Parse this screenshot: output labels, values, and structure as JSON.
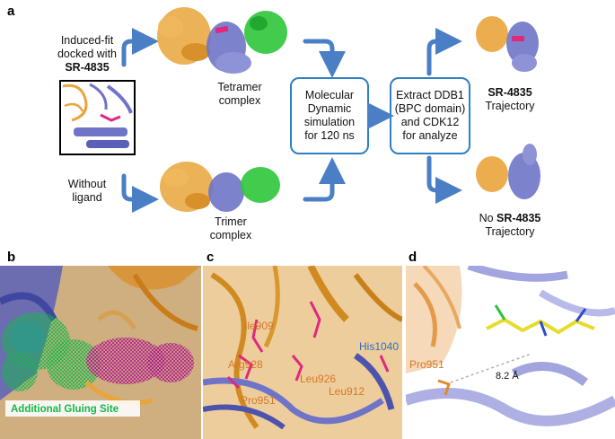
{
  "panels": {
    "a": {
      "label": "a",
      "induced_fit_line1": "Induced-fit",
      "induced_fit_line2": "docked with",
      "ligand": "SR-4835",
      "without_line1": "Without",
      "without_line2": "ligand",
      "tetramer_line1": "Tetramer",
      "tetramer_line2": "complex",
      "trimer_line1": "Trimer",
      "trimer_line2": "complex",
      "md_box": [
        "Molecular",
        "Dynamic",
        "simulation",
        "for 120 ns"
      ],
      "extract_box": [
        "Extract DDB1",
        "(BPC domain)",
        "and CDK12",
        "for analyze"
      ],
      "traj_top_ligand": "SR-4835",
      "traj_top_word": "Trajectory",
      "traj_bottom_prefix": "No ",
      "traj_bottom_ligand": "SR-4835",
      "traj_bottom_word": "Trajectory"
    },
    "b": {
      "label": "b",
      "site_label": "Additional Gluing Site"
    },
    "c": {
      "label": "c",
      "residues": [
        "Leu912",
        "Ile909",
        "His1040",
        "Arg928",
        "Leu926",
        "Pro951"
      ]
    },
    "d": {
      "label": "d",
      "residue": "Pro951",
      "distance": "8.2 Å"
    }
  },
  "colors": {
    "arrow": "#4a7fc6",
    "box_border": "#2f7fc1",
    "ddb1": "#e9a43a",
    "cdk12": "#6f74c8",
    "cyclin": "#2ec53a",
    "ligand": "#e0287d",
    "site_green": "#13b84a",
    "residue_orange": "#d5782a",
    "residue_blue": "#2f6fc1"
  }
}
